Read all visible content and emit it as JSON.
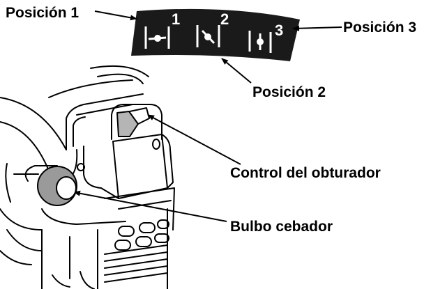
{
  "labels": {
    "position1": "Posición 1",
    "position2": "Posición 2",
    "position3": "Posición 3",
    "choke_control": "Control del obturador",
    "primer_bulb": "Bulbo cebador"
  },
  "selector": {
    "numbers": [
      "1",
      "2",
      "3"
    ],
    "colors": {
      "plate": "#1a1a1a",
      "symbol": "#ffffff"
    }
  },
  "icons": [
    "choke-closed-icon",
    "choke-half-icon",
    "choke-open-icon"
  ]
}
